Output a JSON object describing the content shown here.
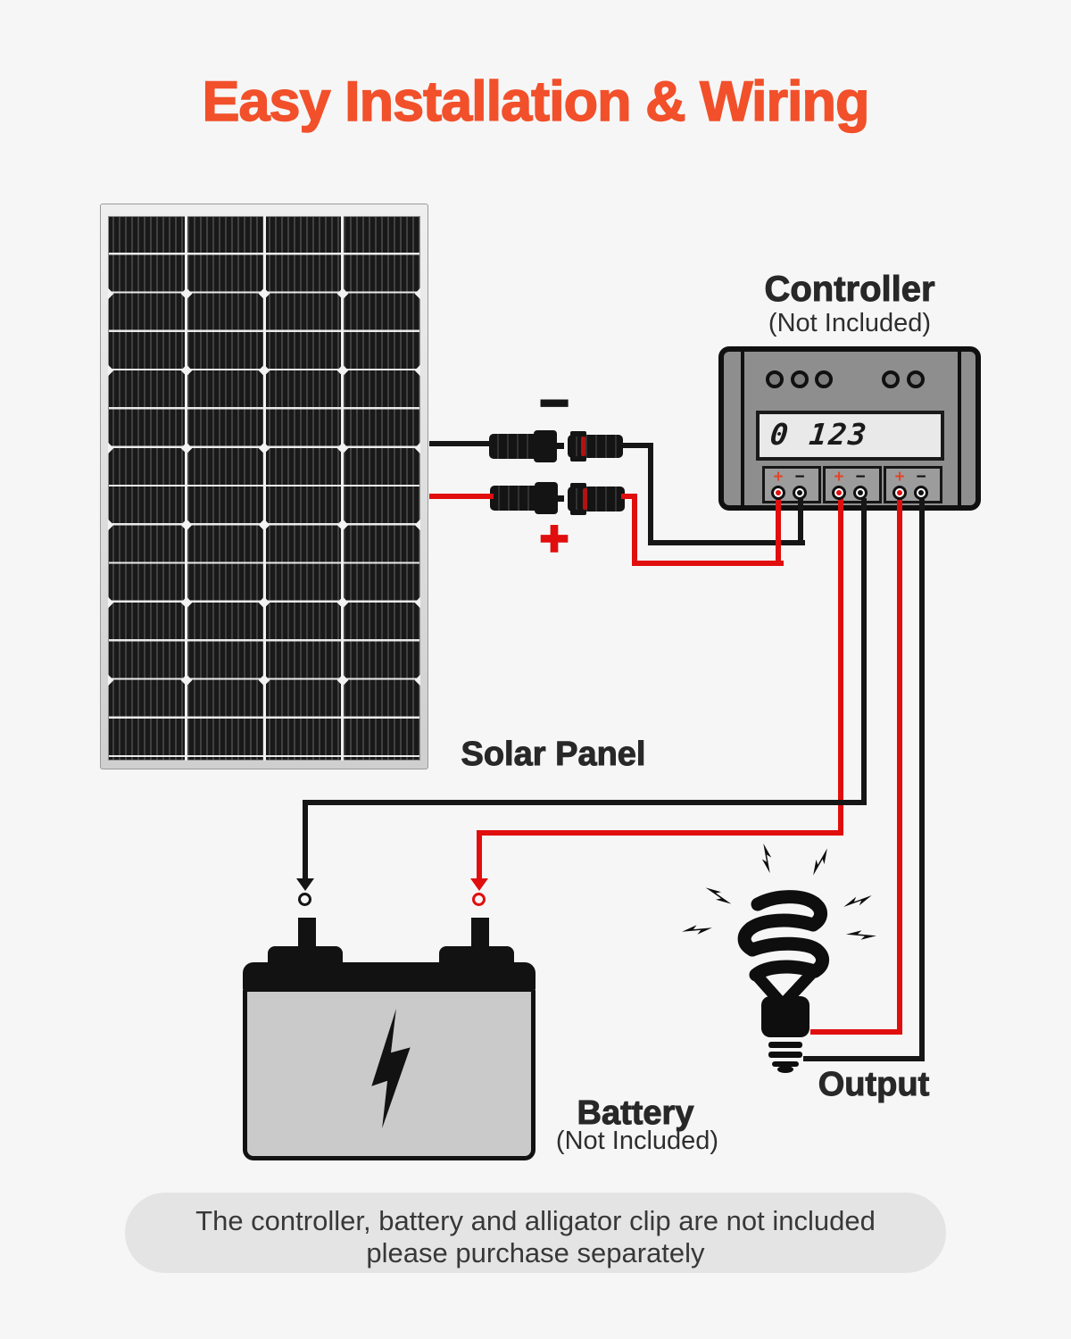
{
  "title": "Easy Installation & Wiring",
  "colors": {
    "accent": "#F1502B",
    "wred": "#E10E0E",
    "wblack": "#161616"
  },
  "solar_panel": {
    "label": "Solar Panel"
  },
  "connectors": {
    "minus_symbol": "−",
    "plus_symbol": "+"
  },
  "controller": {
    "label": "Controller",
    "sublabel": "(Not Included)",
    "lcd_text": "0 123",
    "terminal_plus": "+",
    "terminal_minus": "−"
  },
  "battery": {
    "label": "Battery",
    "sublabel": "(Not Included)"
  },
  "output": {
    "label": "Output"
  },
  "note": {
    "line1": "The controller, battery and alligator clip are not included",
    "line2": "please purchase separately"
  }
}
